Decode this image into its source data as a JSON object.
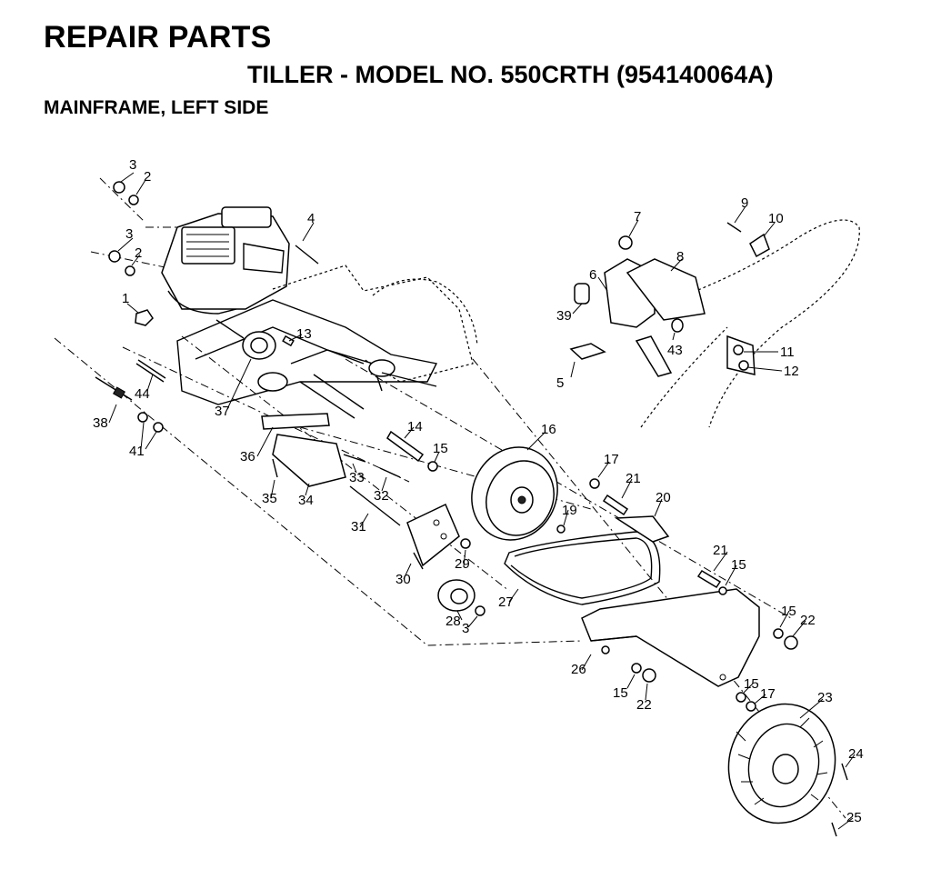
{
  "page": {
    "title": "REPAIR PARTS",
    "subtitle": "TILLER - MODEL NO. 550CRTH (954140064A)",
    "section": "MAINFRAME, LEFT SIDE"
  },
  "callouts": [
    "1",
    "2",
    "2",
    "3",
    "3",
    "3",
    "4",
    "5",
    "6",
    "7",
    "8",
    "9",
    "10",
    "11",
    "12",
    "13",
    "14",
    "15",
    "15",
    "15",
    "15",
    "15",
    "16",
    "17",
    "17",
    "19",
    "20",
    "21",
    "21",
    "22",
    "22",
    "23",
    "24",
    "25",
    "26",
    "27",
    "28",
    "29",
    "30",
    "31",
    "32",
    "33",
    "34",
    "35",
    "36",
    "37",
    "38",
    "39",
    "41",
    "43",
    "44"
  ],
  "colors": {
    "ink": "#000000",
    "paper": "#ffffff"
  }
}
